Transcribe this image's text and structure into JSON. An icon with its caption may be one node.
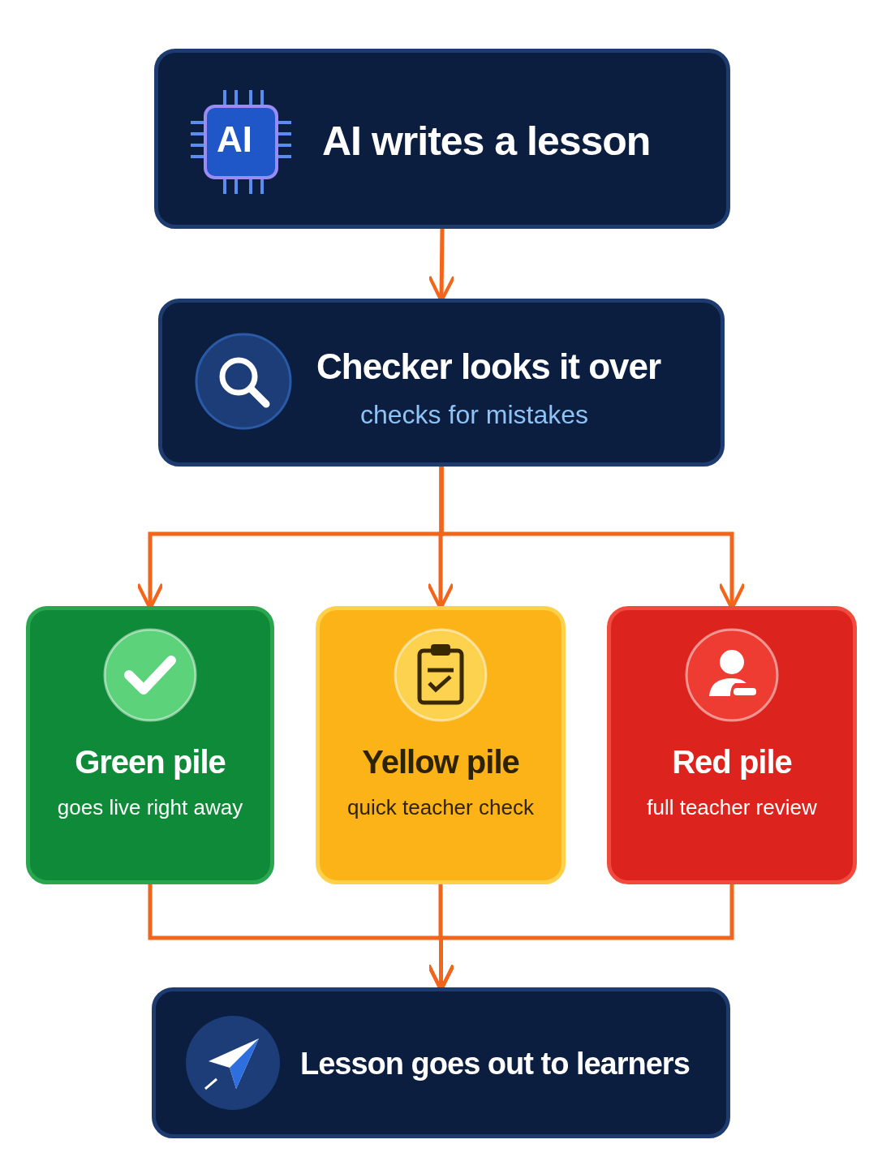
{
  "diagram": {
    "nodes": [
      {
        "text": [
          "AI writes a lesson"
        ]
      },
      {
        "text": [
          "Checker looks it over",
          "checks for mistakes"
        ]
      },
      {
        "text": [
          "Green pile",
          "goes live right away"
        ]
      },
      {
        "text": [
          "Yellow pile",
          "quick teacher check"
        ]
      },
      {
        "text": [
          "Red pile",
          "full teacher review"
        ]
      },
      {
        "text": [
          "Lesson goes out to learners"
        ]
      }
    ],
    "edges": [
      {
        "from": 0,
        "to": 1,
        "arrow": "to"
      },
      {
        "from": 1,
        "to": 2,
        "arrow": "to"
      },
      {
        "from": 1,
        "to": 3,
        "arrow": "to"
      },
      {
        "from": 1,
        "to": 4,
        "arrow": "to"
      },
      {
        "from": 2,
        "to": 5,
        "arrow": "to"
      },
      {
        "from": 3,
        "to": 5,
        "arrow": "to"
      },
      {
        "from": 4,
        "to": 5,
        "arrow": "to"
      }
    ],
    "labels": [
      "AI"
    ]
  }
}
